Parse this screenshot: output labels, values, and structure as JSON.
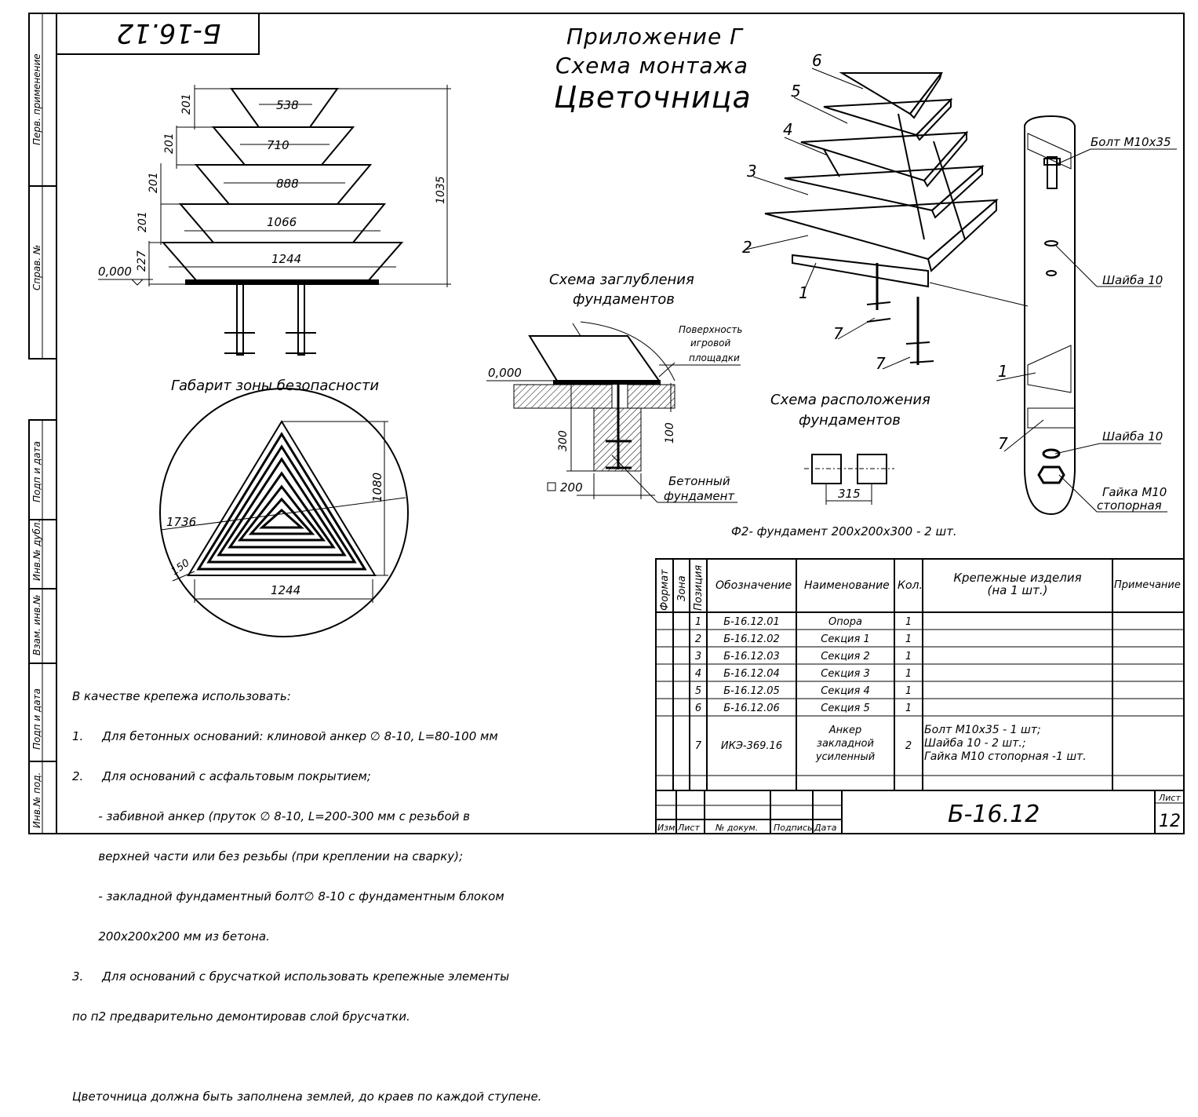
{
  "doc_code_mirrored": "Б-16.12",
  "appendix": "Приложение Г",
  "scheme_title": "Схема монтажа",
  "object_name": "Цветочница",
  "side_labels": [
    "Перв. применение",
    "Справ. №",
    "Подп и дата",
    "Инв.№ дубл.",
    "Взам. инв.№",
    "Подп и дата",
    "Инв.№ под."
  ],
  "elevation": {
    "widths": [
      "538",
      "710",
      "888",
      "1066",
      "1244"
    ],
    "heights": [
      "201",
      "201",
      "201",
      "201",
      "227"
    ],
    "total_height": "1035",
    "zero_level": "0,000"
  },
  "safety_zone": {
    "title": "Габарит зоны безопасности",
    "diameter": "1736",
    "height": "1080",
    "base": "1244",
    "offset": "150"
  },
  "depth_scheme": {
    "title_line1": "Схема заглубления",
    "title_line2": "фундаментов",
    "zero_level": "0,000",
    "surface_label": [
      "Поверхность",
      "игровой",
      "площадки"
    ],
    "depth": "300",
    "top_depth": "100",
    "size": "200",
    "concrete_label": [
      "Бетонный",
      "фундамент"
    ]
  },
  "layout_scheme": {
    "title_line1": "Схема расположения",
    "title_line2": "фундаментов",
    "spacing": "315",
    "note": "Ф2- фундамент 200х200х300 - 2 шт."
  },
  "iso_labels": [
    "1",
    "2",
    "3",
    "4",
    "5",
    "6",
    "7",
    "7"
  ],
  "detail_labels": {
    "bolt": "Болт М10х35",
    "washer1": "Шайба 10",
    "washer2": "Шайба 10",
    "nut_line1": "Гайка М10",
    "nut_line2": "стопорная",
    "pos1": "1",
    "pos7": "7"
  },
  "notes": [
    "В качестве крепежа использовать:",
    "1.     Для бетонных оснований: клиновой анкер ∅ 8-10, L=80-100 мм",
    "2.     Для оснований с асфальтовым покрытием;",
    "       - забивной анкер (пруток ∅ 8-10, L=200-300 мм с резьбой в",
    "       верхней части или без резьбы (при креплении на сварку);",
    "       - закладной фундаментный болт∅ 8-10 с фундаментным блоком",
    "       200х200х200 мм из бетона.",
    "3.     Для оснований с брусчаткой использовать крепежные элементы",
    "по п2 предварительно демонтировав слой брусчатки.",
    "",
    "Цветочница должна быть заполнена землей, до краев по каждой ступене."
  ],
  "spec_table": {
    "headers": [
      "Формат",
      "Зона",
      "Позиция",
      "Обозначение",
      "Наименование",
      "Кол.",
      "Крепежные изделия\n(на 1 шт.)",
      "Примечание"
    ],
    "rows": [
      {
        "pos": "1",
        "code": "Б-16.12.01",
        "name": "Опора",
        "qty": "1",
        "fast": ""
      },
      {
        "pos": "2",
        "code": "Б-16.12.02",
        "name": "Секция 1",
        "qty": "1",
        "fast": ""
      },
      {
        "pos": "3",
        "code": "Б-16.12.03",
        "name": "Секция 2",
        "qty": "1",
        "fast": ""
      },
      {
        "pos": "4",
        "code": "Б-16.12.04",
        "name": "Секция 3",
        "qty": "1",
        "fast": ""
      },
      {
        "pos": "5",
        "code": "Б-16.12.05",
        "name": "Секция 4",
        "qty": "1",
        "fast": ""
      },
      {
        "pos": "6",
        "code": "Б-16.12.06",
        "name": "Секция 5",
        "qty": "1",
        "fast": ""
      },
      {
        "pos": "7",
        "code": "ИКЭ-369.16",
        "name": "Анкер\nзакладной\nусиленный",
        "qty": "2",
        "fast": "Болт М10х35 - 1 шт;\nШайба 10 - 2 шт.;\nГайка М10 стопорная -1 шт."
      }
    ]
  },
  "title_block": {
    "cols": [
      "Изм.",
      "Лист",
      "№ докум.",
      "Подпись",
      "Дата"
    ],
    "code": "Б-16.12",
    "sheet_label": "Лист",
    "sheet": "12"
  }
}
